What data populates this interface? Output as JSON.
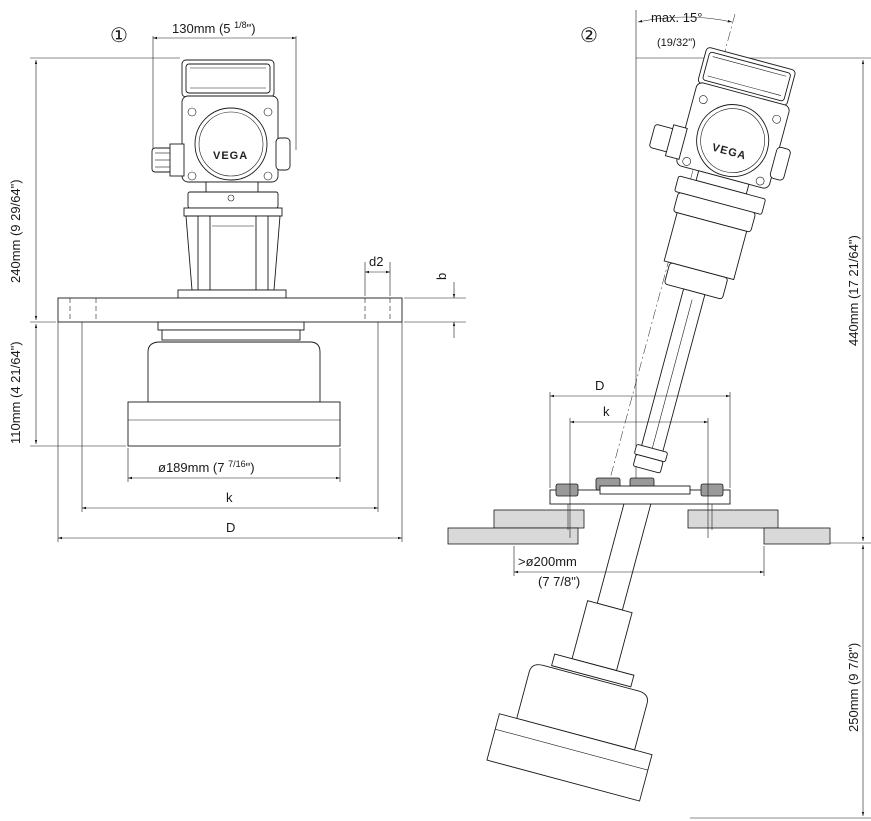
{
  "views": {
    "view1": {
      "marker": "①",
      "width_top": "130mm (5 ",
      "width_top_frac": "1/8",
      "width_top_tail": "\")",
      "height_left": "240mm (9 29/64\")",
      "height_lower": "110mm (4 21/64\")",
      "d2": "d2",
      "b": "b",
      "diameter": "ø189mm (7 ",
      "diameter_frac": "7/16",
      "diameter_tail": "\")",
      "k": "k",
      "D": "D"
    },
    "view2": {
      "marker": "②",
      "angle": "max. 15°",
      "angle_in": "(19/32\")",
      "height_right": "440mm (17 21/64\")",
      "height_lower": "250mm (9 7/8\")",
      "D": "D",
      "k": "k",
      "opening": ">ø200mm",
      "opening_in": "(7 7/8\")"
    }
  },
  "logo_text": "VEGA"
}
